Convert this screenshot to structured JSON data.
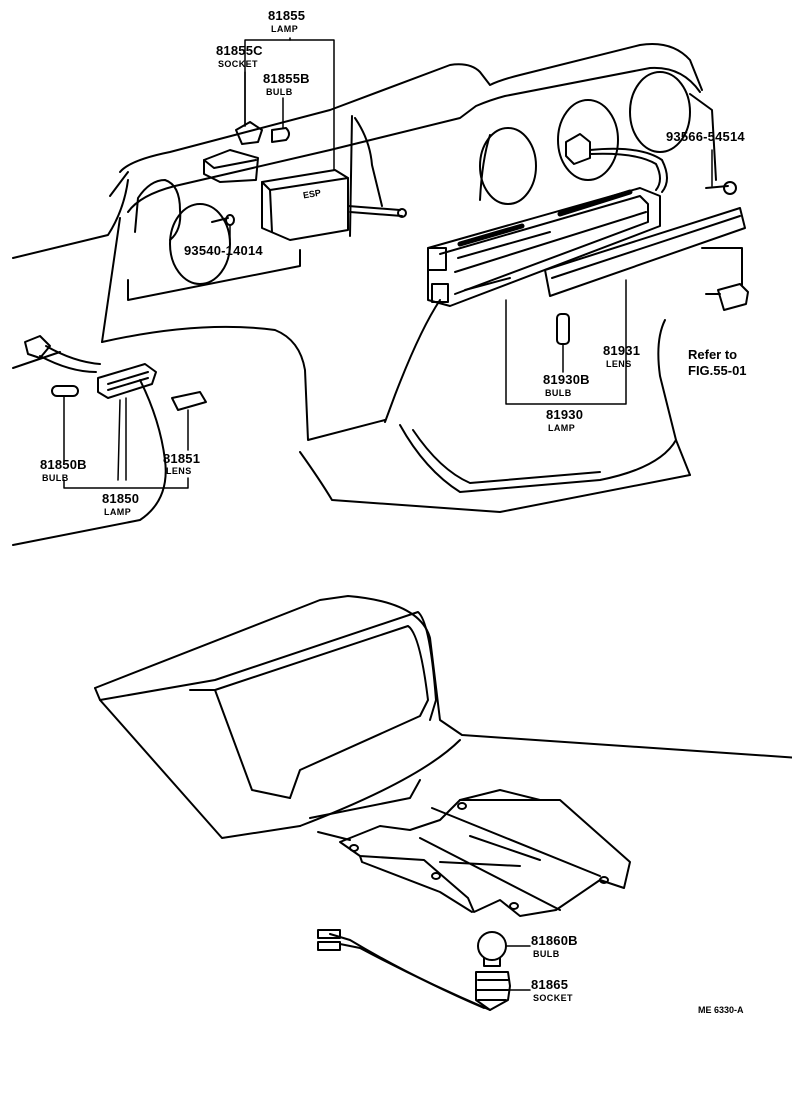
{
  "labels": {
    "lamp_81855": {
      "number": "81855",
      "name": "LAMP"
    },
    "socket_81855c": {
      "number": "81855C",
      "name": "SOCKET"
    },
    "bulb_81855b": {
      "number": "81855B",
      "name": "BULB"
    },
    "screw_93566": {
      "number": "93566-54514"
    },
    "screw_93540": {
      "number": "93540-14014"
    },
    "lens_81931": {
      "number": "81931",
      "name": "LENS"
    },
    "bulb_81930b": {
      "number": "81930B",
      "name": "BULB"
    },
    "lamp_81930": {
      "number": "81930",
      "name": "LAMP"
    },
    "bulb_81850b": {
      "number": "81850B",
      "name": "BULB"
    },
    "lens_81851": {
      "number": "81851",
      "name": "LENS"
    },
    "lamp_81850": {
      "number": "81850",
      "name": "LAMP"
    },
    "bulb_81860b": {
      "number": "81860B",
      "name": "BULB"
    },
    "socket_81865": {
      "number": "81865",
      "name": "SOCKET"
    }
  },
  "reference_note": {
    "line1": "Refer to",
    "line2": "FIG.55-01"
  },
  "module_mark": "ESP",
  "drawing_code": "ME 6330-A",
  "line_color": "#000000",
  "background_color": "#ffffff"
}
